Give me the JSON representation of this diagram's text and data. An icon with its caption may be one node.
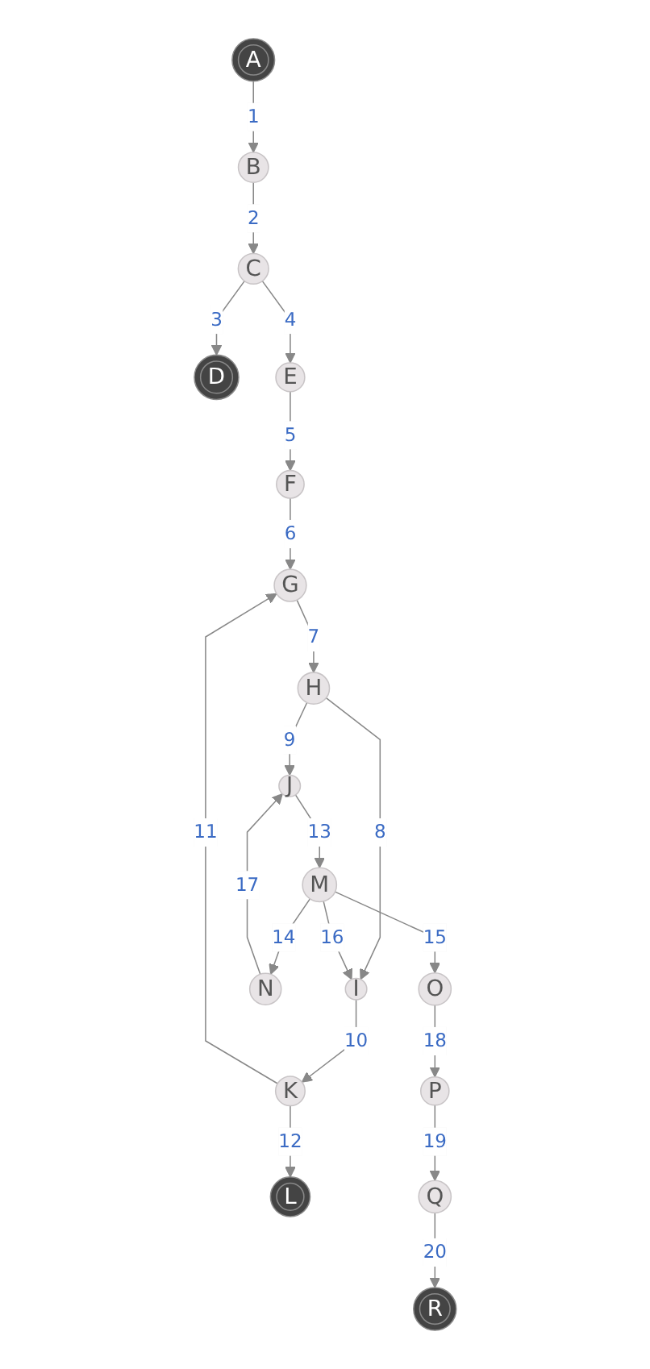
{
  "diagram": {
    "nodes": [
      {
        "text": [
          "A"
        ]
      },
      {
        "text": [
          "B"
        ]
      },
      {
        "text": [
          "C"
        ]
      },
      {
        "text": [
          "D"
        ]
      },
      {
        "text": [
          "E"
        ]
      },
      {
        "text": [
          "F"
        ]
      },
      {
        "text": [
          "G"
        ]
      },
      {
        "text": [
          "H"
        ]
      },
      {
        "text": [
          "I"
        ]
      },
      {
        "text": [
          "J"
        ]
      },
      {
        "text": [
          "K"
        ]
      },
      {
        "text": [
          "L"
        ]
      },
      {
        "text": [
          "M"
        ]
      },
      {
        "text": [
          "N"
        ]
      },
      {
        "text": [
          "O"
        ]
      },
      {
        "text": [
          "P"
        ]
      },
      {
        "text": [
          "Q"
        ]
      },
      {
        "text": [
          "R"
        ]
      }
    ],
    "edges": [
      {
        "from": 0,
        "to": 1,
        "arrow": "to",
        "label": "1"
      },
      {
        "from": 1,
        "to": 2,
        "arrow": "to",
        "label": "2"
      },
      {
        "from": 2,
        "to": 3,
        "arrow": "to",
        "label": "3"
      },
      {
        "from": 2,
        "to": 4,
        "arrow": "to",
        "label": "4"
      },
      {
        "from": 4,
        "to": 5,
        "arrow": "to",
        "label": "5"
      },
      {
        "from": 5,
        "to": 6,
        "arrow": "to",
        "label": "6"
      },
      {
        "from": 6,
        "to": 7,
        "arrow": "to",
        "label": "7"
      },
      {
        "from": 7,
        "to": 8,
        "arrow": "to",
        "label": "8"
      },
      {
        "from": 7,
        "to": 9,
        "arrow": "to",
        "label": "9"
      },
      {
        "from": 8,
        "to": 10,
        "arrow": "to",
        "label": "10"
      },
      {
        "from": 10,
        "to": 6,
        "arrow": "to",
        "label": "11"
      },
      {
        "from": 10,
        "to": 11,
        "arrow": "to",
        "label": "12"
      },
      {
        "from": 9,
        "to": 12,
        "arrow": "to",
        "label": "13"
      },
      {
        "from": 12,
        "to": 13,
        "arrow": "to",
        "label": "14"
      },
      {
        "from": 12,
        "to": 14,
        "arrow": "to",
        "label": "15"
      },
      {
        "from": 12,
        "to": 8,
        "arrow": "to",
        "label": "16"
      },
      {
        "from": 13,
        "to": 9,
        "arrow": "to",
        "label": "17"
      },
      {
        "from": 14,
        "to": 15,
        "arrow": "to",
        "label": "18"
      },
      {
        "from": 15,
        "to": 16,
        "arrow": "to",
        "label": "19"
      },
      {
        "from": 16,
        "to": 17,
        "arrow": "to",
        "label": "20"
      }
    ]
  }
}
